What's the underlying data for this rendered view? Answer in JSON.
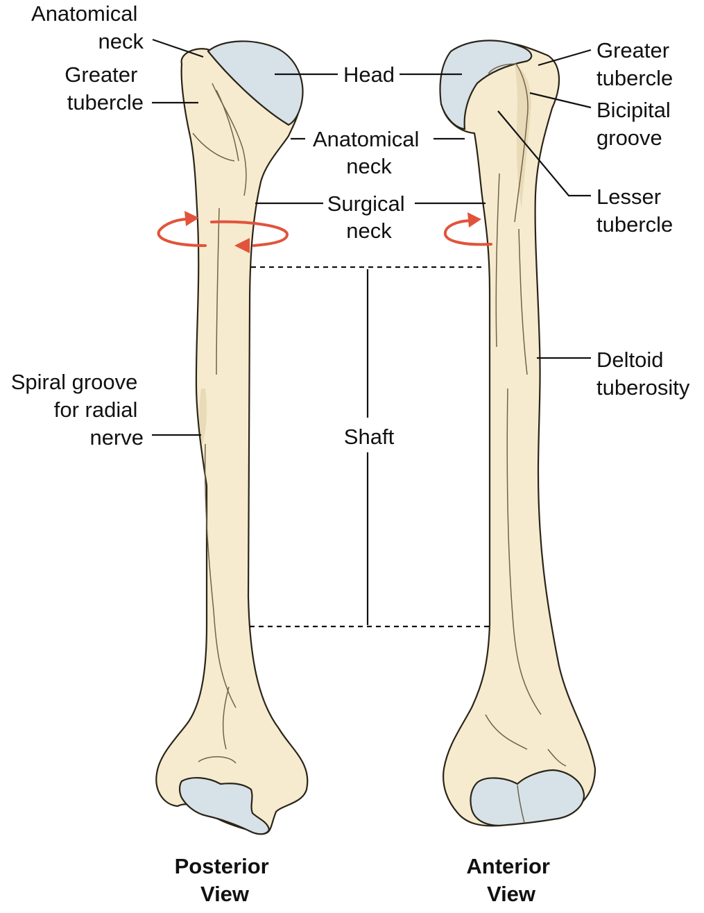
{
  "labels": {
    "anatomical_neck_left": [
      "Anatomical",
      "neck"
    ],
    "greater_tubercle_left": [
      "Greater",
      "tubercle"
    ],
    "head": [
      "Head"
    ],
    "anatomical_neck_center": [
      "Anatomical",
      "neck"
    ],
    "surgical_neck": [
      "Surgical",
      "neck"
    ],
    "shaft": [
      "Shaft"
    ],
    "spiral_groove": [
      "Spiral groove",
      "for radial",
      "nerve"
    ],
    "greater_tubercle_right": [
      "Greater",
      "tubercle"
    ],
    "bicipital_groove": [
      "Bicipital",
      "groove"
    ],
    "lesser_tubercle": [
      "Lesser",
      "tubercle"
    ],
    "deltoid_tuberosity": [
      "Deltoid",
      "tuberosity"
    ]
  },
  "views": {
    "posterior": [
      "Posterior",
      "View"
    ],
    "anterior": [
      "Anterior",
      "View"
    ]
  },
  "colors": {
    "bone": "#f6ebcf",
    "cartilage": "#d7e1e8",
    "rotation_arrow": "#e2533b",
    "outline": "#2a2418"
  }
}
